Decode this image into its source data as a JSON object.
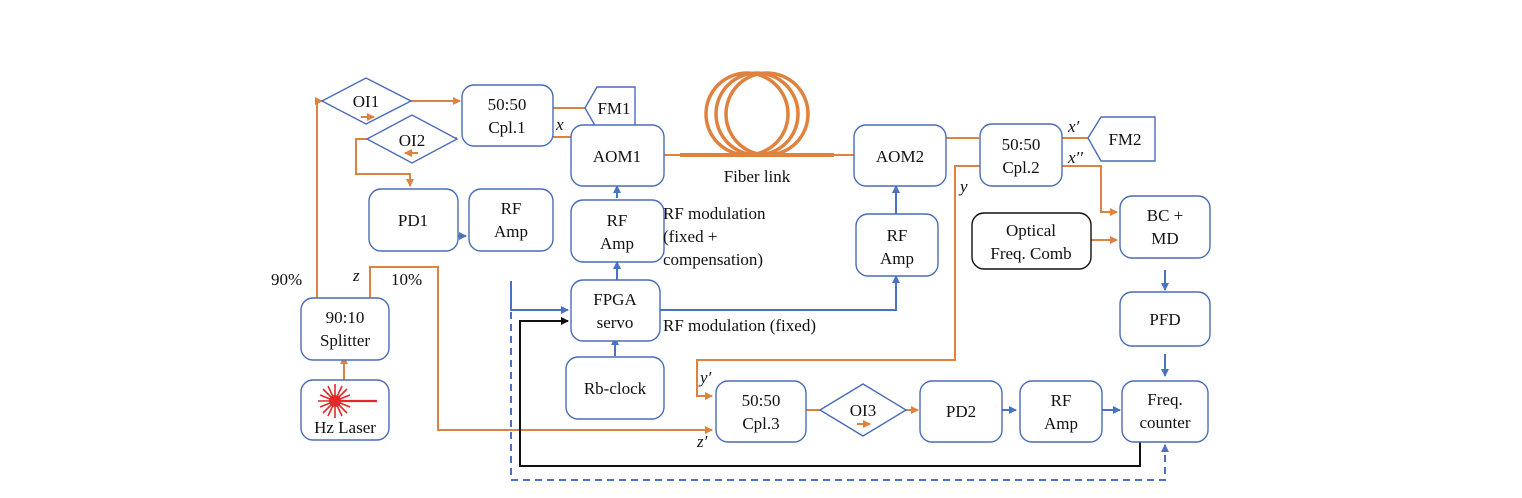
{
  "title": "Fiber link frequency transfer setup",
  "colors": {
    "optical": "#e0823f",
    "electrical": "#4a72c4",
    "feedback": "#111111",
    "box_border": "#4a6cb8",
    "laser": "#e02a2a"
  },
  "blocks": {
    "oi1": "OI1",
    "oi2": "OI2",
    "oi3": "OI3",
    "cpl1": [
      "50:50",
      "Cpl.1"
    ],
    "cpl2": [
      "50:50",
      "Cpl.2"
    ],
    "cpl3": [
      "50:50",
      "Cpl.3"
    ],
    "fm1": "FM1",
    "fm2": "FM2",
    "aom1": "AOM1",
    "aom2": "AOM2",
    "pd1": "PD1",
    "pd2": "PD2",
    "rfamp1": [
      "RF",
      "Amp"
    ],
    "rfamp2": [
      "RF",
      "Amp"
    ],
    "rfamp3": [
      "RF",
      "Amp"
    ],
    "rfamp4": [
      "RF",
      "Amp"
    ],
    "fpga": [
      "FPGA",
      "servo"
    ],
    "rbclock": "Rb-clock",
    "splitter": [
      "90:10",
      "Splitter"
    ],
    "laser": "Hz Laser",
    "comb": [
      "Optical",
      "Freq. Comb"
    ],
    "bcmd": [
      "BC +",
      "MD"
    ],
    "pfd": "PFD",
    "counter": [
      "Freq.",
      "counter"
    ]
  },
  "labels": {
    "fiber_link": "Fiber link",
    "rf_mod_comp": [
      "RF modulation",
      "(fixed +",
      "compensation)"
    ],
    "rf_mod_fixed": "RF modulation (fixed)",
    "pct90": "90%",
    "pct10": "10%",
    "x": "x",
    "x_prime": "x′",
    "x_dprime": "x′′",
    "y": "y",
    "y_prime": "y′",
    "z": "z",
    "z_prime": "z′"
  }
}
